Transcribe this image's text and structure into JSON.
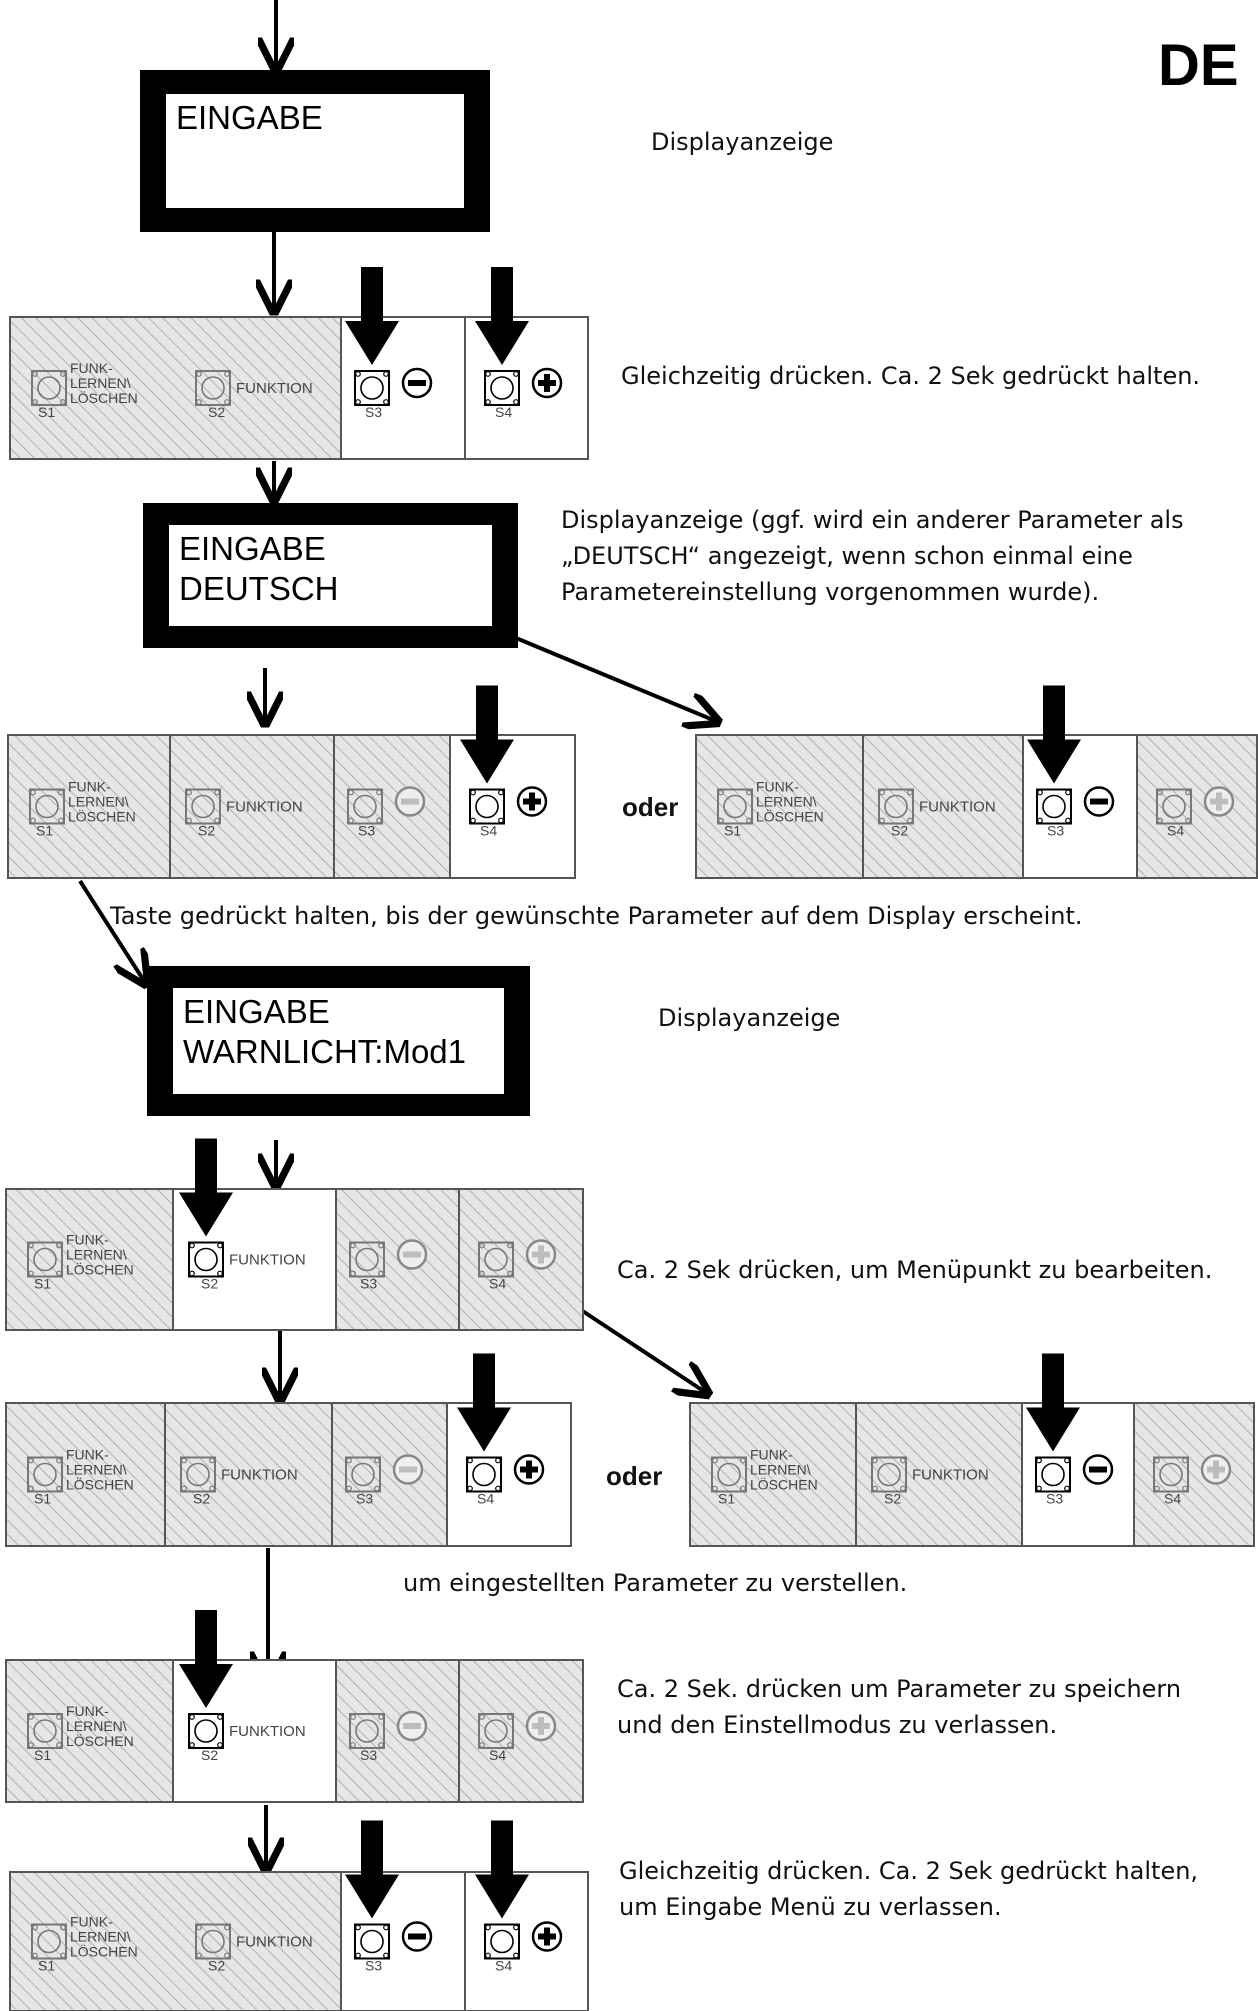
{
  "language_code": "DE",
  "displays": [
    {
      "line1": "EINGABE",
      "line2": ""
    },
    {
      "line1": "EINGABE",
      "line2": "DEUTSCH"
    },
    {
      "line1": "EINGABE",
      "line2": "WARNLICHT:Mod1"
    }
  ],
  "panel_labels": {
    "s1_top": "FUNK-",
    "s1_mid": "LERNEN\\",
    "s1_bot": "LÖSCHEN",
    "s1": "S1",
    "s2": "S2",
    "s2_fn": "FUNKTION",
    "s3": "S3",
    "s4": "S4"
  },
  "captions": {
    "display1": "Displayanzeige",
    "press_both_1": "Gleichzeitig drücken. Ca. 2 Sek gedrückt halten.",
    "display2_l1": "Displayanzeige (ggf. wird ein anderer Parameter als",
    "display2_l2": "„DEUTSCH“ angezeigt, wenn schon einmal eine",
    "display2_l3": "Parametereinstellung vorgenommen wurde).",
    "or_1": "oder",
    "hold_until": "Taste gedrückt halten, bis der gewünschte Parameter auf dem Display erscheint.",
    "display3": "Displayanzeige",
    "edit_item": "Ca. 2 Sek drücken, um Menüpunkt zu bearbeiten.",
    "or_2": "oder",
    "adjust": "um eingestellten Parameter zu verstellen.",
    "save_l1": "Ca. 2 Sek. drücken um Parameter zu speichern",
    "save_l2": "und den Einstellmodus zu verlassen.",
    "exit_l1": "Gleichzeitig drücken. Ca. 2 Sek gedrückt halten,",
    "exit_l2": "um Eingabe Menü zu verlassen."
  },
  "panels": [
    {
      "active": [
        "s3",
        "s4"
      ],
      "arrows": [
        "s3",
        "s4"
      ]
    },
    {
      "active": [
        "s4"
      ],
      "arrows": [
        "s4"
      ]
    },
    {
      "active": [
        "s3"
      ],
      "arrows": [
        "s3"
      ]
    },
    {
      "active": [
        "s2"
      ],
      "arrows": [
        "s2"
      ]
    },
    {
      "active": [
        "s4"
      ],
      "arrows": [
        "s4"
      ]
    },
    {
      "active": [
        "s3"
      ],
      "arrows": [
        "s3"
      ]
    },
    {
      "active": [
        "s2"
      ],
      "arrows": [
        "s2"
      ]
    },
    {
      "active": [
        "s3",
        "s4"
      ],
      "arrows": [
        "s3",
        "s4"
      ]
    }
  ]
}
